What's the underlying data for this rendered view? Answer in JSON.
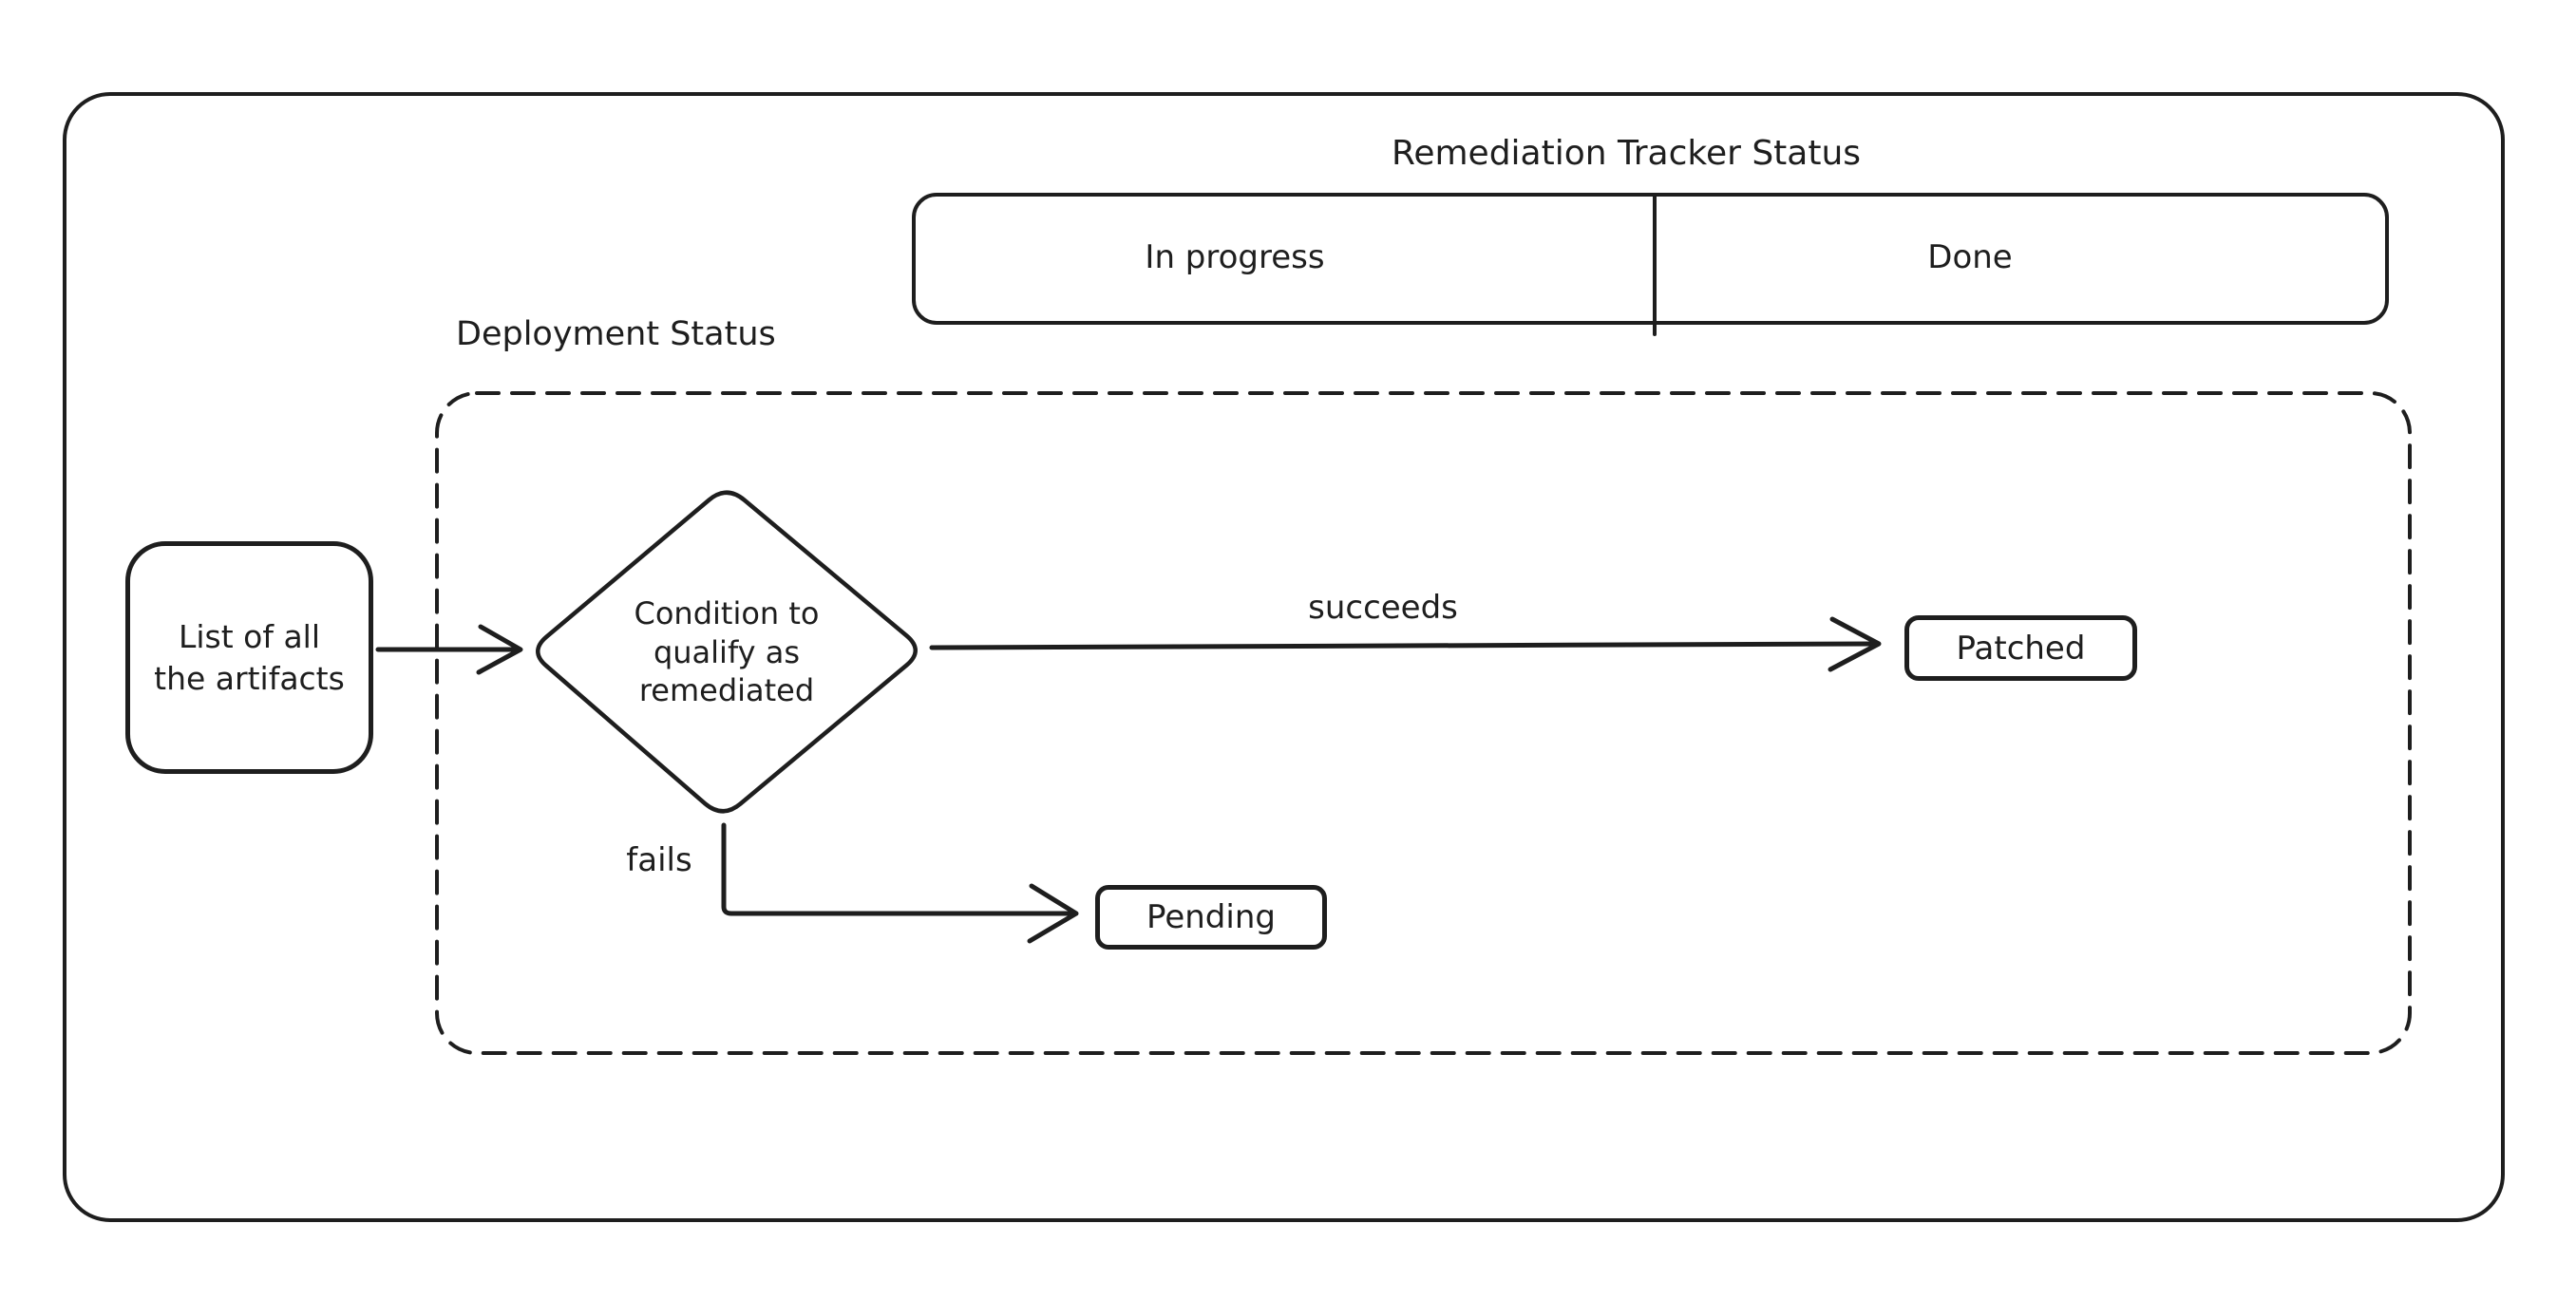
{
  "colors": {
    "stroke": "#1e1e1e",
    "background": "#ffffff"
  },
  "title": "Remediation Tracker Status",
  "tracker": {
    "in_progress": "In progress",
    "done": "Done"
  },
  "deployment": {
    "label": "Deployment Status",
    "artifacts_node": "List of all\nthe artifacts",
    "condition_node": "Condition to\nqualify as\nremediated",
    "succeeds_label": "succeeds",
    "fails_label": "fails",
    "patched_node": "Patched",
    "pending_node": "Pending"
  }
}
